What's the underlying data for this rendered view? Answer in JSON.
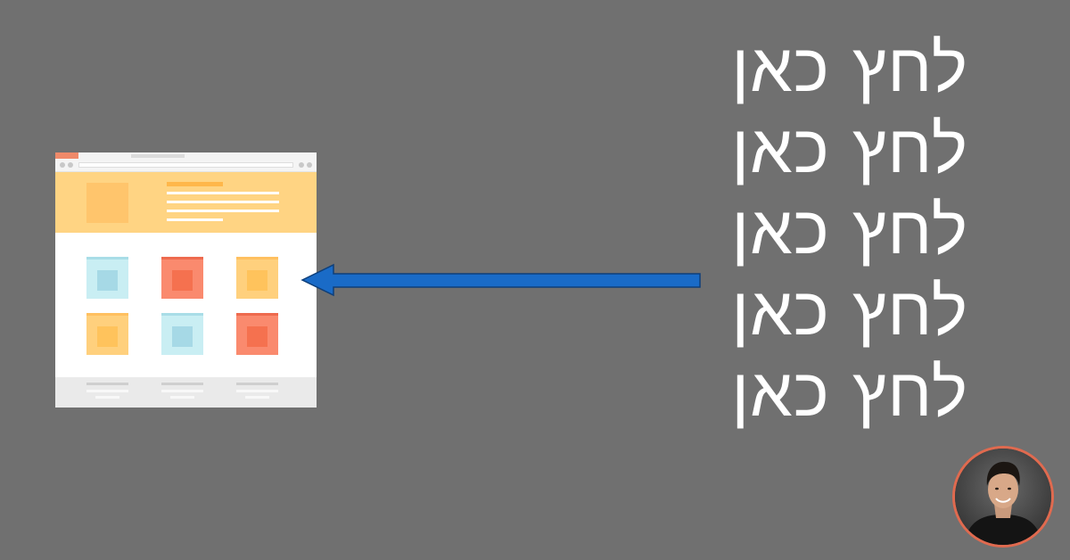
{
  "cta": {
    "lines": [
      "לחץ כאן",
      "לחץ כאן",
      "לחץ כאן",
      "לחץ כאן",
      "לחץ כאן"
    ]
  },
  "colors": {
    "background": "#707070",
    "arrow": "#1a6bc7",
    "avatar_ring": "#e06a4f",
    "hero": "#ffd483",
    "tile_blue": "#c9eef3",
    "tile_red": "#fa8a6e",
    "tile_yellow": "#ffd07d"
  },
  "icons": {
    "website_illustration": "website-mockup-icon",
    "arrow": "left-arrow-icon",
    "avatar": "person-photo"
  }
}
